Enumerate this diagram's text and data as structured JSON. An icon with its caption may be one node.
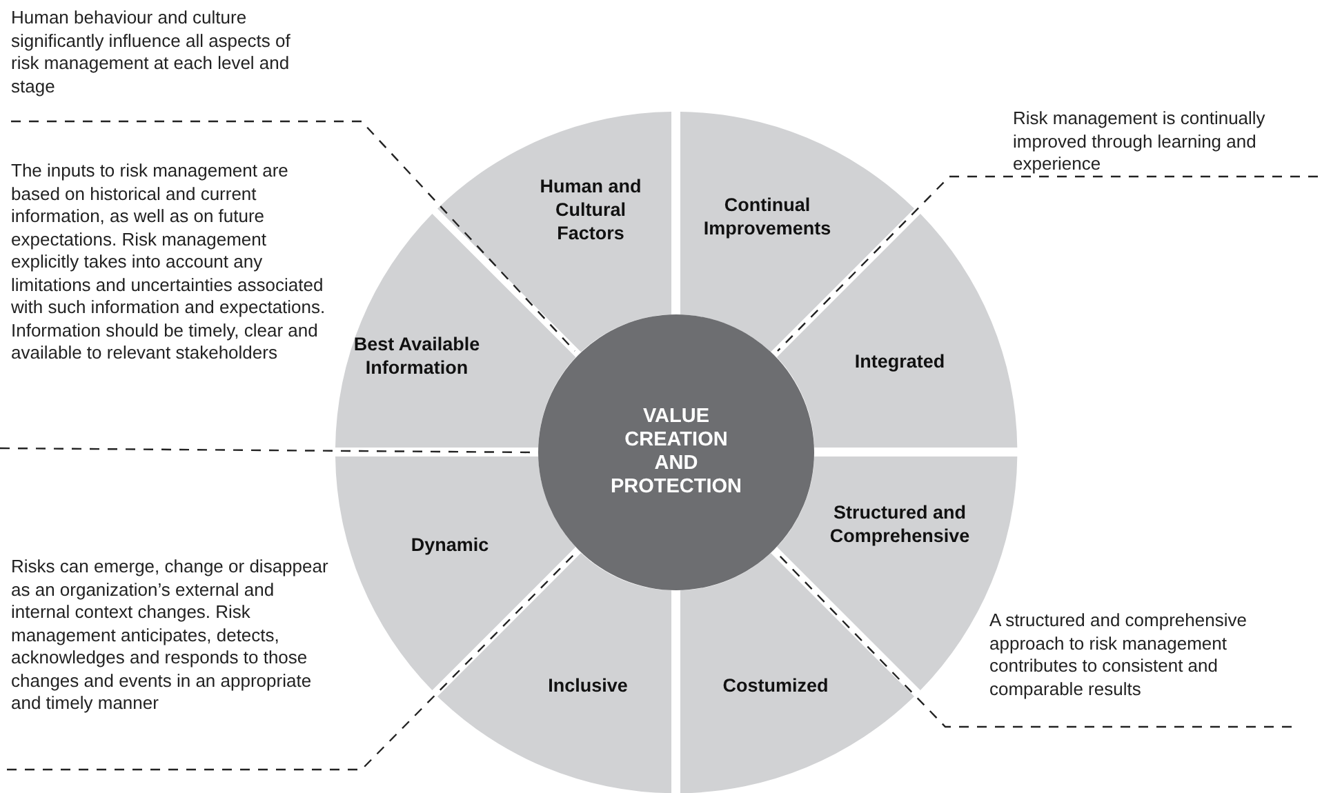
{
  "diagram": {
    "nodes": [
      {
        "text": [
          "VALUE CREATION AND PROTECTION"
        ]
      },
      {
        "text": [
          "Human and Cultural Factors"
        ]
      },
      {
        "text": [
          "Continual Improvements"
        ]
      },
      {
        "text": [
          "Integrated"
        ]
      },
      {
        "text": [
          "Structured and Comprehensive"
        ]
      },
      {
        "text": [
          "Costumized"
        ]
      },
      {
        "text": [
          "Inclusive"
        ]
      },
      {
        "text": [
          "Dynamic"
        ]
      },
      {
        "text": [
          "Best Available Information"
        ]
      },
      {
        "text": [
          "Human behaviour and culture significantly influence all aspects of risk management at each level and stage"
        ]
      },
      {
        "text": [
          "The inputs to risk management are based on historical and current information, as well as on future expectations. Risk management explicitly takes into account any limitations and uncertainties associated with such information and expectations. Information should be timely, clear and available to relevant stakeholders"
        ]
      },
      {
        "text": [
          "Risk management is continually improved through learning and experience"
        ]
      },
      {
        "text": [
          "A structured and comprehensive approach to risk management contributes to consistent and comparable results"
        ]
      },
      {
        "text": [
          "Risks can emerge, change or disappear as an organization’s external and internal context changes. Risk management anticipates, detects, acknowledges and responds to those changes and events in an appropriate and timely manner"
        ]
      }
    ],
    "edges": [
      {
        "from": 9,
        "to": 1,
        "arrow": "none",
        "style": "dashed"
      },
      {
        "from": 10,
        "to": 8,
        "arrow": "none",
        "style": "dashed"
      },
      {
        "from": 11,
        "to": 2,
        "arrow": "none",
        "style": "dashed"
      },
      {
        "from": 12,
        "to": 4,
        "arrow": "none",
        "style": "dashed"
      },
      {
        "from": 13,
        "to": 7,
        "arrow": "none",
        "style": "dashed"
      }
    ]
  }
}
